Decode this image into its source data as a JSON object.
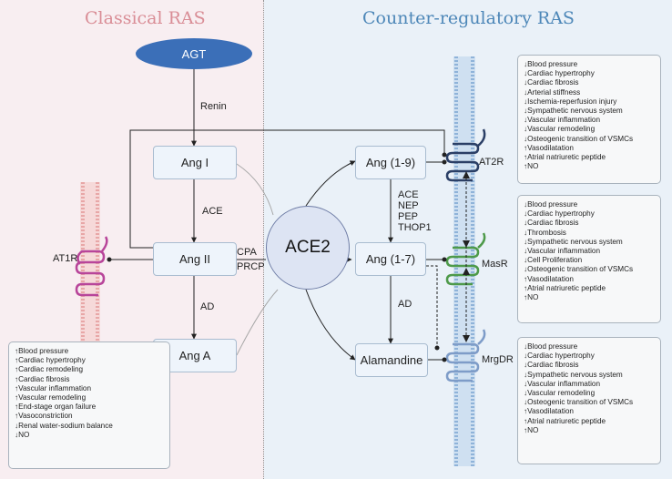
{
  "titles": {
    "left": "Classical RAS",
    "right": "Counter-regulatory RAS"
  },
  "nodes": {
    "agt": "AGT",
    "ang1": "Ang I",
    "ang2": "Ang II",
    "anga": "Ang A",
    "ang19": "Ang (1-9)",
    "ang17": "Ang (1-7)",
    "alamandine": "Alamandine",
    "ace2": "ACE2"
  },
  "enzymes": {
    "renin": "Renin",
    "ace": "ACE",
    "ad_left": "AD",
    "cpa": "CPA",
    "prcp": "PRCP",
    "ace_group": [
      "ACE",
      "NEP",
      "PEP",
      "THOP1"
    ],
    "ad_right": "AD"
  },
  "receptors": {
    "at1r": "AT1R",
    "at2r": "AT2R",
    "masr": "MasR",
    "mrgdr": "MrgDR"
  },
  "effects": {
    "at1r": [
      "↑Blood pressure",
      "↑Cardiac hypertrophy",
      "↑Cardiac remodeling",
      "↑Cardiac fibrosis",
      "↑Vascular inflammation",
      "↑Vascular remodeling",
      "↑End-stage organ failure",
      "↑Vasoconstriction",
      "↓Renal water-sodium balance",
      "↓NO"
    ],
    "at2r": [
      "↓Blood pressure",
      "↓Cardiac hypertrophy",
      "↓Cardiac fibrosis",
      "↓Arterial stiffness",
      "↓Ischemia-reperfusion injury",
      "↓Sympathetic nervous system",
      "↓Vascular inflammation",
      "↓Vascular remodeling",
      "↓Osteogenic transition of VSMCs",
      "↑Vasodilatation",
      "↑Atrial natriuretic peptide",
      "↑NO"
    ],
    "masr": [
      "↓Blood pressure",
      "↓Cardiac hypertrophy",
      "↓Cardiac fibrosis",
      "↓Thrombosis",
      "↓Sympathetic nervous system",
      "↓Vascular inflammation",
      "↓Cell Proliferation",
      "↓Osteogenic transition of VSMCs",
      "↑Vasodilatation",
      "↑Atrial natriuretic peptide",
      "↑NO"
    ],
    "mrgdr": [
      "↓Blood pressure",
      "↓Cardiac hypertrophy",
      "↓Cardiac fibrosis",
      "↓Sympathetic nervous system",
      "↓Vascular inflammation",
      "↓Vascular remodeling",
      "↓Osteogenic transition of VSMCs",
      "↑Vasodilatation",
      "↑Atrial natriuretic peptide",
      "↑NO"
    ]
  },
  "colors": {
    "bg_left": "#f8eef1",
    "bg_right": "#eaf1f8",
    "title_left": "#d98d96",
    "title_right": "#4d87b8",
    "agt": "#3b6fb8",
    "at1r": "#b8459a",
    "at2r": "#2b3f66",
    "masr": "#4e9a4a",
    "mrgdr": "#7e9cc8",
    "membrane_left": "#e8a7a7",
    "membrane_right": "#8fb3d9"
  }
}
